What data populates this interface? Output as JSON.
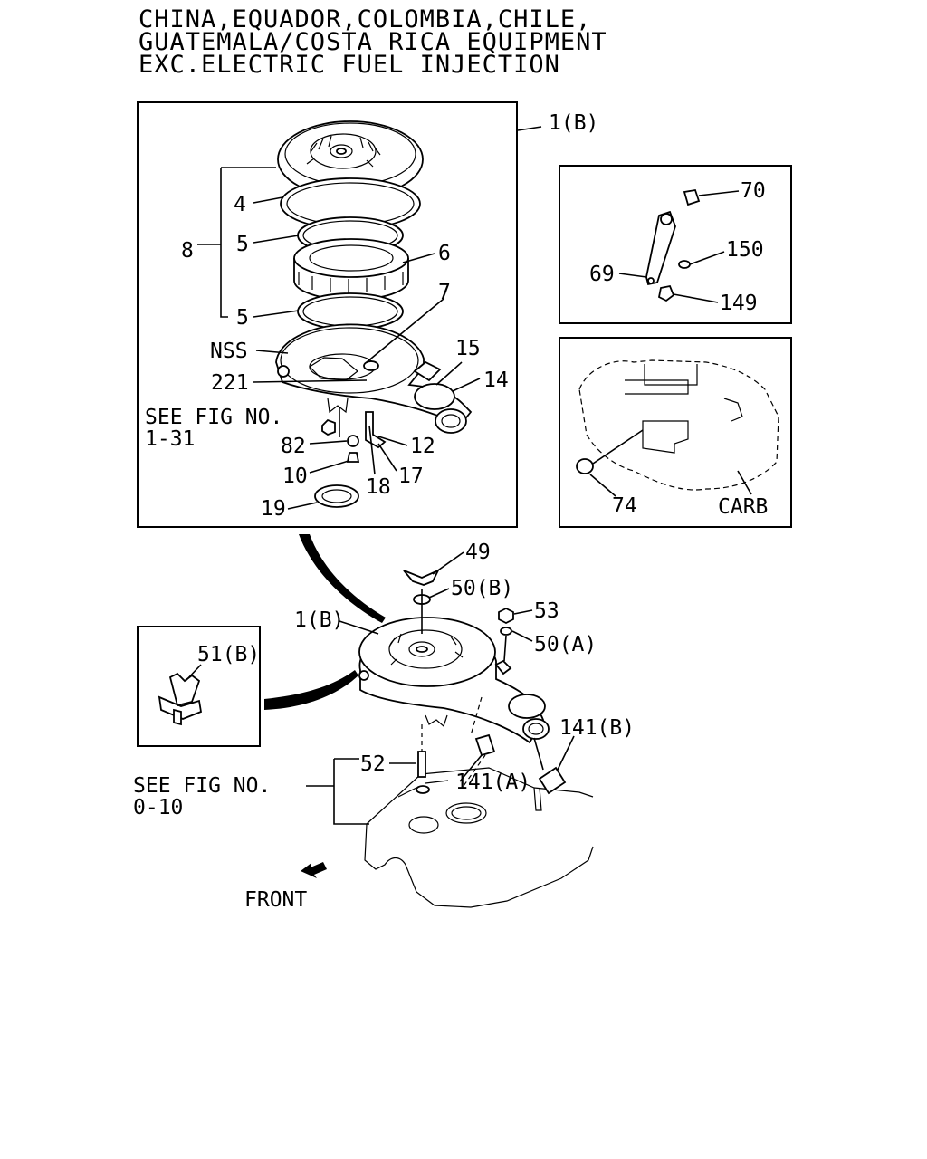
{
  "header": {
    "line1": "CHINA,EQUADOR,COLOMBIA,CHILE,",
    "line2": "GUATEMALA/COSTA RICA EQUIPMENT",
    "line3": "EXC.ELECTRIC FUEL INJECTION"
  },
  "callouts": {
    "c1b_top": "1(B)",
    "c4": "4",
    "c5a": "5",
    "c8": "8",
    "c6": "6",
    "c5b": "5",
    "c7": "7",
    "nss": "NSS",
    "c15": "15",
    "c221": "221",
    "c14": "14",
    "see_fig_a_1": "SEE FIG NO.",
    "see_fig_a_2": "1-31",
    "c82": "82",
    "c12": "12",
    "c10": "10",
    "c17": "17",
    "c18": "18",
    "c19": "19",
    "c70": "70",
    "c150": "150",
    "c69": "69",
    "c149": "149",
    "c74": "74",
    "carb": "CARB",
    "c49": "49",
    "c50b": "50(B)",
    "c53": "53",
    "c1b_bottom": "1(B)",
    "c50a": "50(A)",
    "c51b": "51(B)",
    "c141b": "141(B)",
    "c52": "52",
    "see_fig_b_1": "SEE FIG NO.",
    "see_fig_b_2": "0-10",
    "c141a": "141(A)",
    "front": "FRONT"
  }
}
